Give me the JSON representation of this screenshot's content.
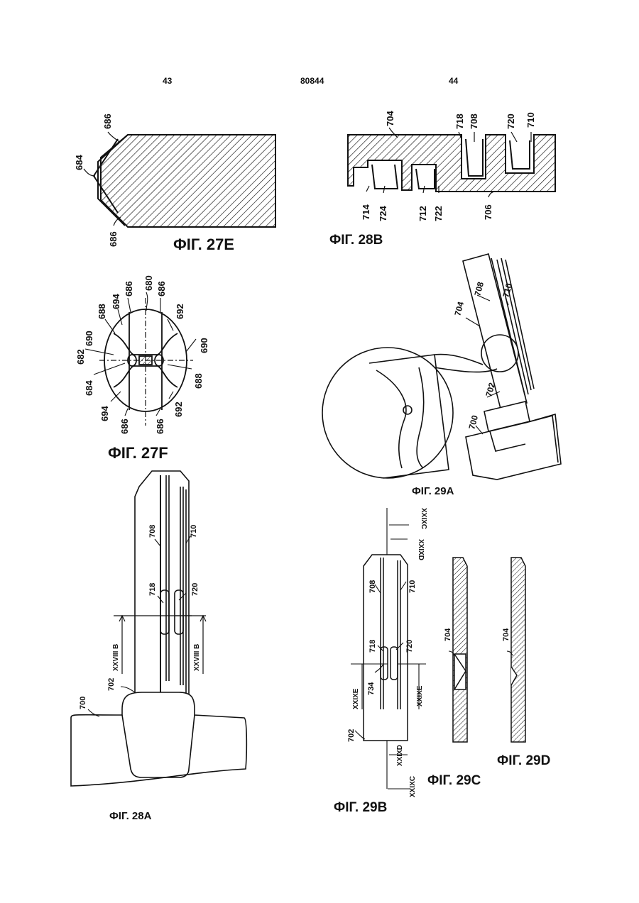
{
  "header": {
    "left_page": "43",
    "doc_number": "80844",
    "right_page": "44"
  },
  "figures": {
    "fig27e": {
      "caption": "ФІГ. 27E",
      "labels": {
        "a": "686",
        "b": "684",
        "c": "686"
      }
    },
    "fig28b": {
      "caption": "ФІГ. 28B",
      "labels": {
        "l704": "704",
        "l718": "718",
        "l708": "708",
        "l720": "720",
        "l710": "710",
        "l714": "714",
        "l724": "724",
        "l712": "712",
        "l722": "722",
        "l706": "706"
      }
    },
    "fig27f": {
      "caption": "ФІГ. 27F",
      "labels": {
        "l680": "680",
        "l686a": "686",
        "l686b": "686",
        "l694a": "694",
        "l688a": "688",
        "l692a": "692",
        "l690a": "690",
        "l682": "682",
        "l690b": "690",
        "l684": "684",
        "l688b": "688",
        "l694b": "694",
        "l692b": "692",
        "l686c": "686",
        "l686d": "686"
      }
    },
    "fig29a": {
      "caption": "ФІГ. 29A",
      "labels": {
        "l708": "708",
        "l710": "710",
        "l704": "704",
        "l702": "702",
        "l700": "700"
      }
    },
    "fig28a": {
      "caption": "ФІГ. 28A",
      "labels": {
        "l708": "708",
        "l710": "710",
        "l718": "718",
        "l720": "720",
        "sec1": "XXVIII B",
        "sec2": "XXVIII B",
        "l702": "702",
        "l700": "700"
      }
    },
    "fig29b": {
      "caption": "ФІГ. 29B",
      "labels": {
        "s1": "XXIXC",
        "s2": "XXIXD",
        "l708": "708",
        "l710": "710",
        "l718": "718",
        "l720": "720",
        "l734": "734",
        "s3": "XXIXE",
        "s4": "XXIXE",
        "l702": "702",
        "s5": "XXIXD",
        "s6": "XXIXC"
      }
    },
    "fig29c": {
      "caption": "ФІГ. 29C",
      "labels": {
        "l704": "704"
      }
    },
    "fig29d": {
      "caption": "ФІГ. 29D",
      "labels": {
        "l704": "704"
      }
    }
  }
}
